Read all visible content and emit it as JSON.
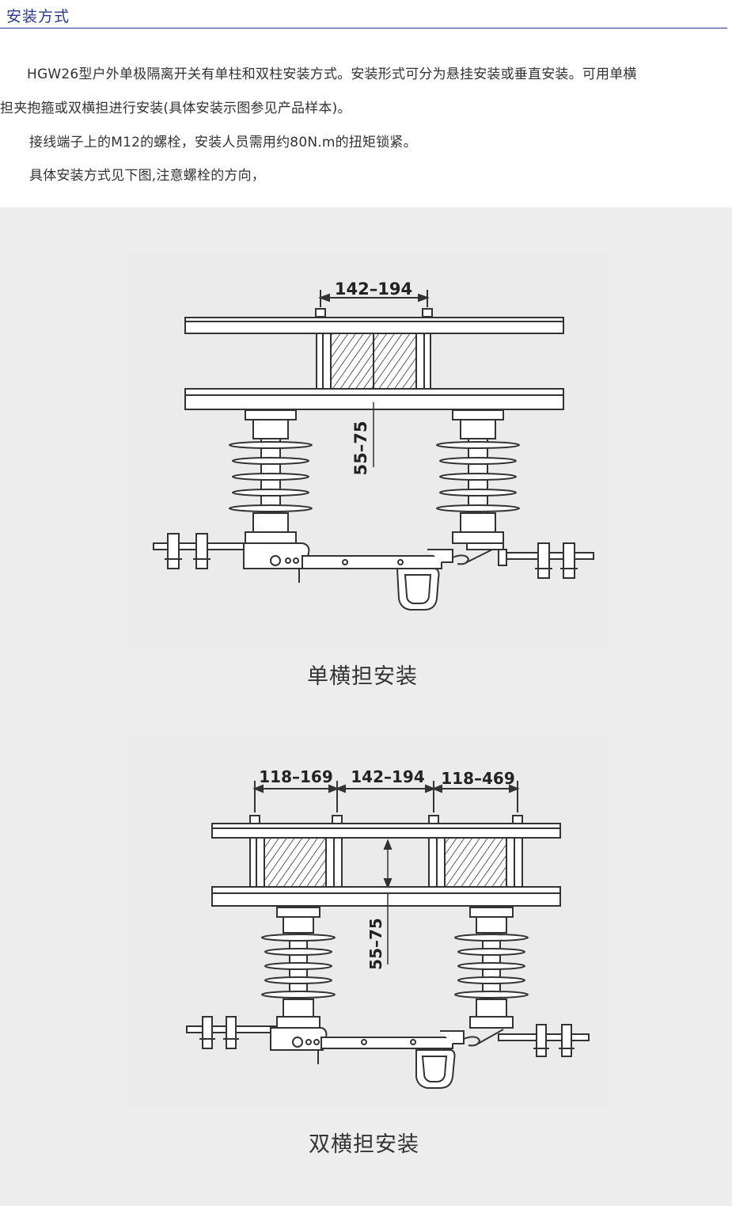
{
  "section": {
    "title": "安装方式"
  },
  "paragraphs": {
    "p1_line1": "HGW26型户外单极隔离开关有单柱和双柱安装方式。安装形式可分为悬挂安装或垂直安装。可用单横",
    "p1_line2": "担夹抱箍或双横担进行安装(具体安装示图参见产品样本)。",
    "p2": "接线端子上的M12的螺栓，安装人员需用约80N.m的扭矩锁紧。",
    "p3": "具体安装方式见下图,注意螺栓的方向，"
  },
  "figure1": {
    "dim_top": "142–194",
    "dim_vertical": "55–75",
    "caption": "单横担安装"
  },
  "figure2": {
    "dim_left": "118–169",
    "dim_middle": "142–194",
    "dim_right": "118–469",
    "dim_vertical": "55–75",
    "caption": "双横担安装"
  },
  "colors": {
    "title": "#2b3a8f",
    "text": "#333333",
    "panel": "#ededed"
  }
}
